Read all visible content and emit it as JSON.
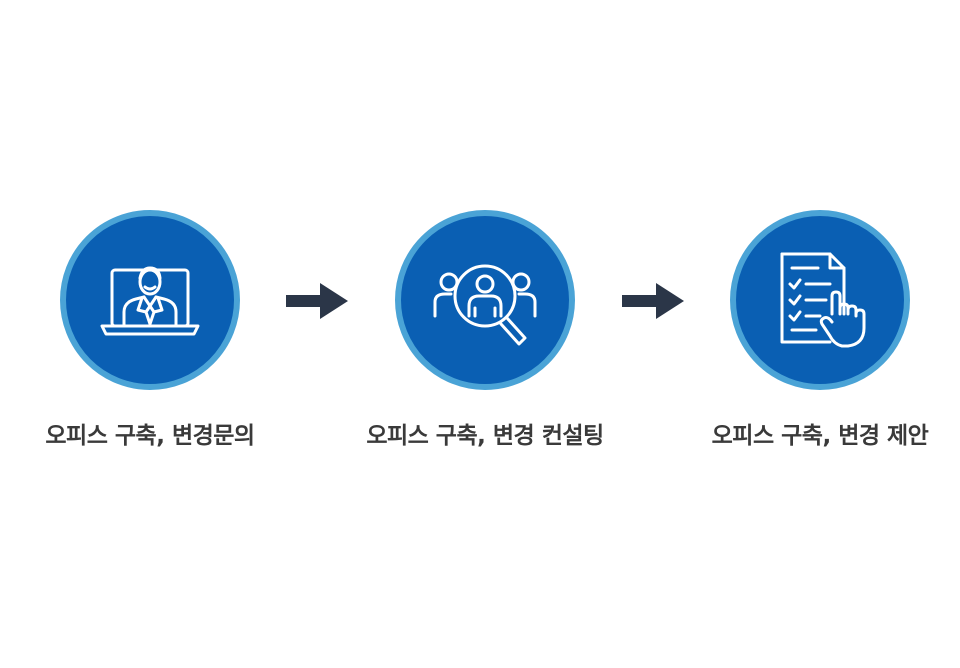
{
  "steps": [
    {
      "label": "오피스 구축, 변경문의",
      "icon": "online-consultant-icon"
    },
    {
      "label": "오피스 구축, 변경 컨설팅",
      "icon": "people-search-icon"
    },
    {
      "label": "오피스 구축, 변경 제안",
      "icon": "checklist-hand-icon"
    }
  ],
  "colors": {
    "circle_fill": "#0a5fb3",
    "circle_ring": "#4aa3d6",
    "arrow": "#2b3648",
    "label_text": "#3a3a3a"
  }
}
